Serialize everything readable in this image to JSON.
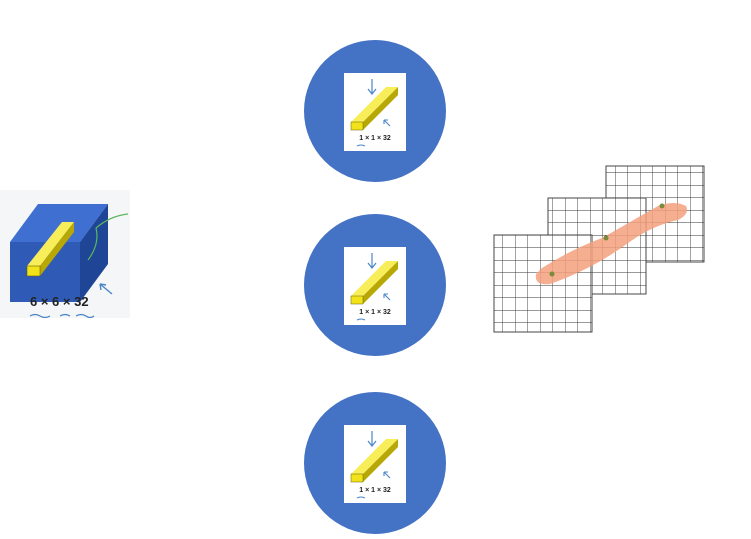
{
  "input_volume": {
    "dims_label": "6 × 6 × 32"
  },
  "filters": [
    {
      "dims_label": "1 × 1 × 32"
    },
    {
      "dims_label": "1 × 1 × 32"
    },
    {
      "dims_label": "1 × 1 × 32"
    }
  ],
  "colors": {
    "circle_fill": "#4472C4",
    "volume_blue": "#2F5BB7",
    "bar_yellow": "#F2E21A",
    "grid_line": "#333333",
    "highlight": "#F4A07E",
    "dot": "#7A8A3A"
  },
  "icons": [
    "input-volume-image",
    "filter-circle",
    "stacked-grid-image"
  ]
}
